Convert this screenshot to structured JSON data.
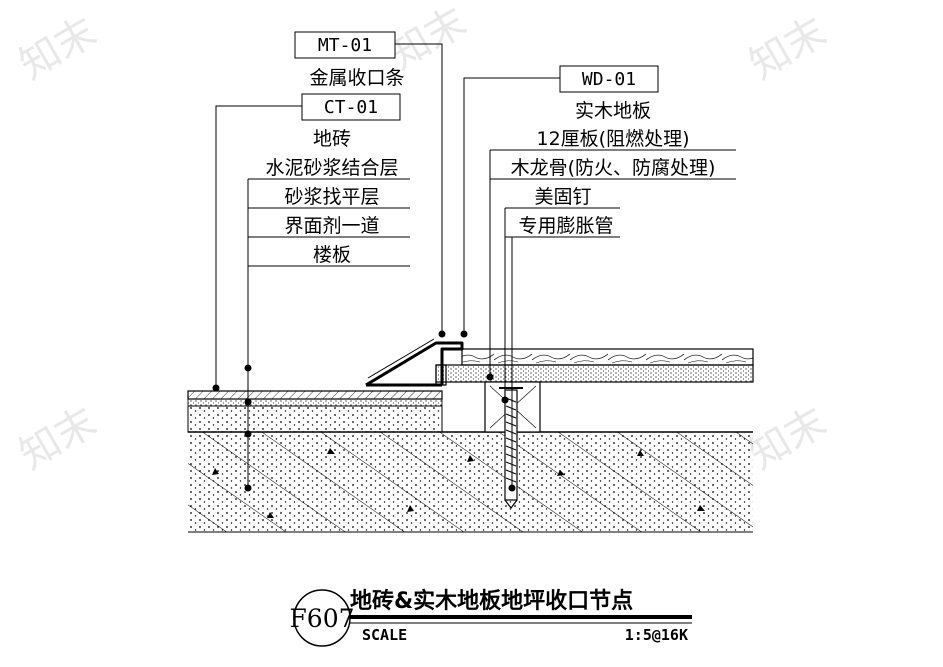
{
  "watermark": "知末",
  "callouts": {
    "mt": {
      "code": "MT-01",
      "name": "金属收口条"
    },
    "ct": {
      "code": "CT-01",
      "layers": [
        "地砖",
        "水泥砂浆结合层",
        "砂浆找平层",
        "界面剂一道",
        "楼板"
      ]
    },
    "wd": {
      "code": "WD-01",
      "layers": [
        "实木地板",
        "12厘板(阻燃处理)",
        "木龙骨(防火、防腐处理)",
        "美固钉",
        "专用膨胀管"
      ]
    }
  },
  "title_block": {
    "number": "F607",
    "title": "地砖&实木地板地坪收口节点",
    "scale_label": "SCALE",
    "scale_value": "1:5@16K"
  }
}
